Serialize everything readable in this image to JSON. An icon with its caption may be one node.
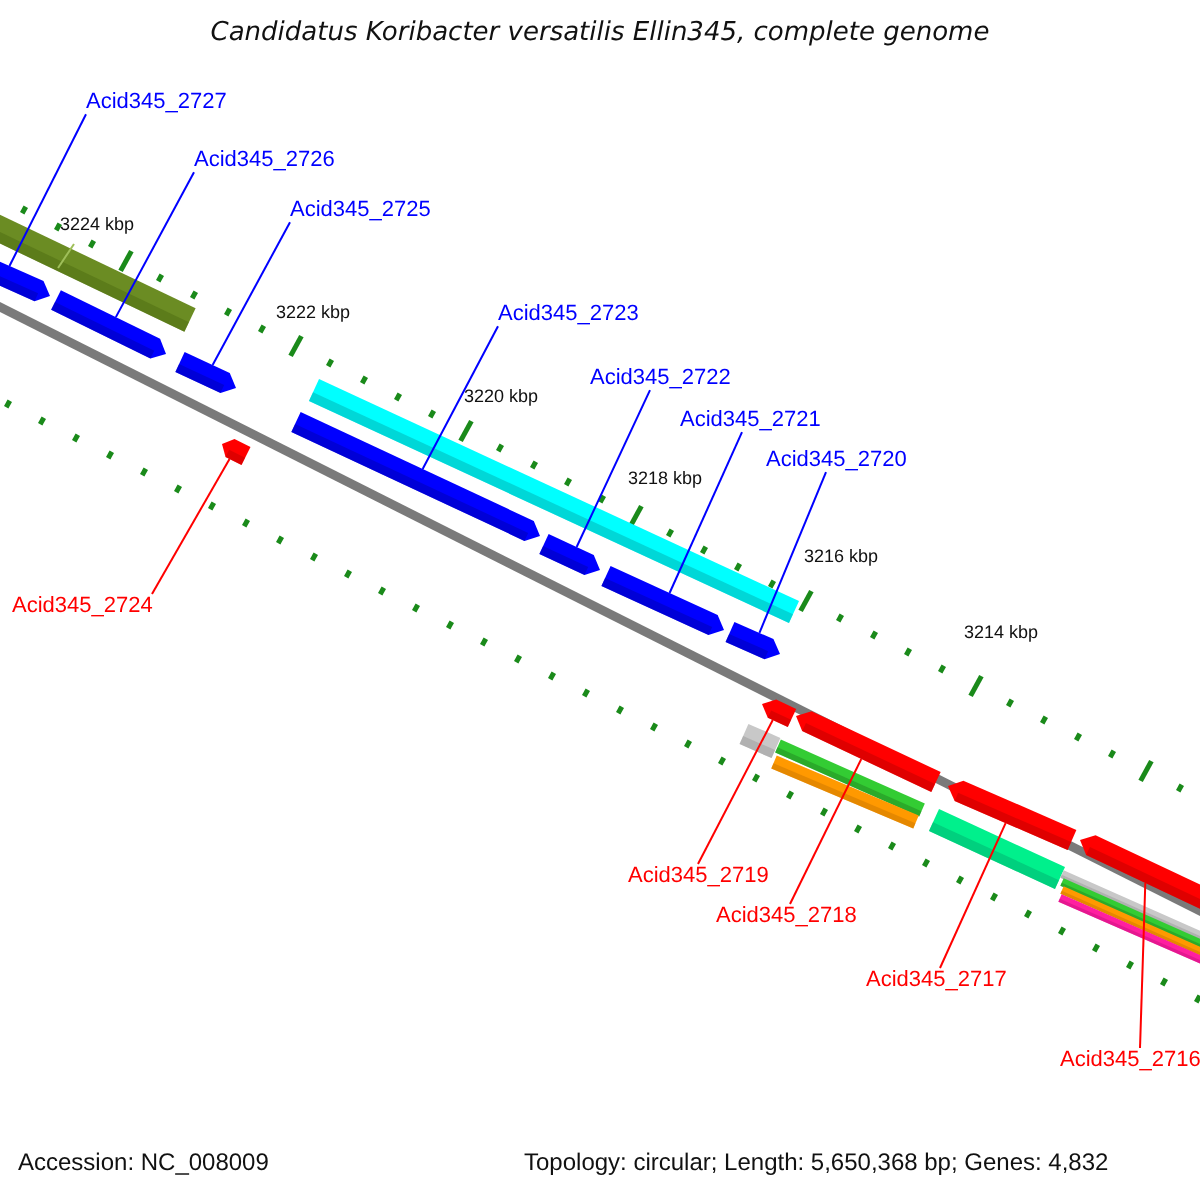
{
  "diagram": {
    "title": "Candidatus Koribacter versatilis Ellin345, complete genome",
    "nodes": [
      {
        "text": [
          "Acid345_2727"
        ]
      },
      {
        "text": [
          "Acid345_2726"
        ]
      },
      {
        "text": [
          "Acid345_2725"
        ]
      },
      {
        "text": [
          "Acid345_2723"
        ]
      },
      {
        "text": [
          "Acid345_2722"
        ]
      },
      {
        "text": [
          "Acid345_2721"
        ]
      },
      {
        "text": [
          "Acid345_2720"
        ]
      },
      {
        "text": [
          "Acid345_2724"
        ]
      },
      {
        "text": [
          "Acid345_2719"
        ]
      },
      {
        "text": [
          "Acid345_2718"
        ]
      },
      {
        "text": [
          "Acid345_2717"
        ]
      },
      {
        "text": [
          "Acid345_2716"
        ]
      },
      {
        "text": [],
        "shape": "pentagon"
      },
      {
        "text": [],
        "shape": "pentagon"
      },
      {
        "text": [],
        "shape": "pentagon"
      },
      {
        "text": [],
        "shape": "pentagon"
      },
      {
        "text": [],
        "shape": "pentagon"
      },
      {
        "text": [],
        "shape": "pentagon"
      },
      {
        "text": [],
        "shape": "pentagon"
      },
      {
        "text": [],
        "shape": "pentagon"
      },
      {
        "text": [],
        "shape": "pentagon"
      },
      {
        "text": [],
        "shape": "pentagon"
      },
      {
        "text": [],
        "shape": "pentagon"
      },
      {
        "text": [],
        "shape": "pentagon"
      }
    ],
    "edges": [
      {
        "from": 0,
        "to": 12,
        "arrow": "none"
      },
      {
        "from": 1,
        "to": 13,
        "arrow": "none"
      },
      {
        "from": 2,
        "to": 14,
        "arrow": "none"
      },
      {
        "from": 3,
        "to": 16,
        "arrow": "none"
      },
      {
        "from": 4,
        "to": 17,
        "arrow": "none"
      },
      {
        "from": 5,
        "to": 18,
        "arrow": "none"
      },
      {
        "from": 6,
        "to": 19,
        "arrow": "none"
      },
      {
        "from": 7,
        "to": 15,
        "arrow": "none",
        "color": "#ff0000"
      },
      {
        "from": 8,
        "to": 20,
        "arrow": "none",
        "color": "#ff0000"
      },
      {
        "from": 9,
        "to": 21,
        "arrow": "none",
        "color": "#ff0000"
      },
      {
        "from": 10,
        "to": 22,
        "arrow": "none",
        "color": "#ff0000"
      },
      {
        "from": 11,
        "to": 23,
        "arrow": "none",
        "color": "#ff0000"
      }
    ],
    "labels": [
      "3224 kbp",
      "3222 kbp",
      "3220 kbp",
      "3218 kbp",
      "3216 kbp",
      "3214 kbp",
      "Accession: NC_008009",
      "Topology: circular; Length: 5,650,368 bp; Genes: 4,832"
    ]
  }
}
